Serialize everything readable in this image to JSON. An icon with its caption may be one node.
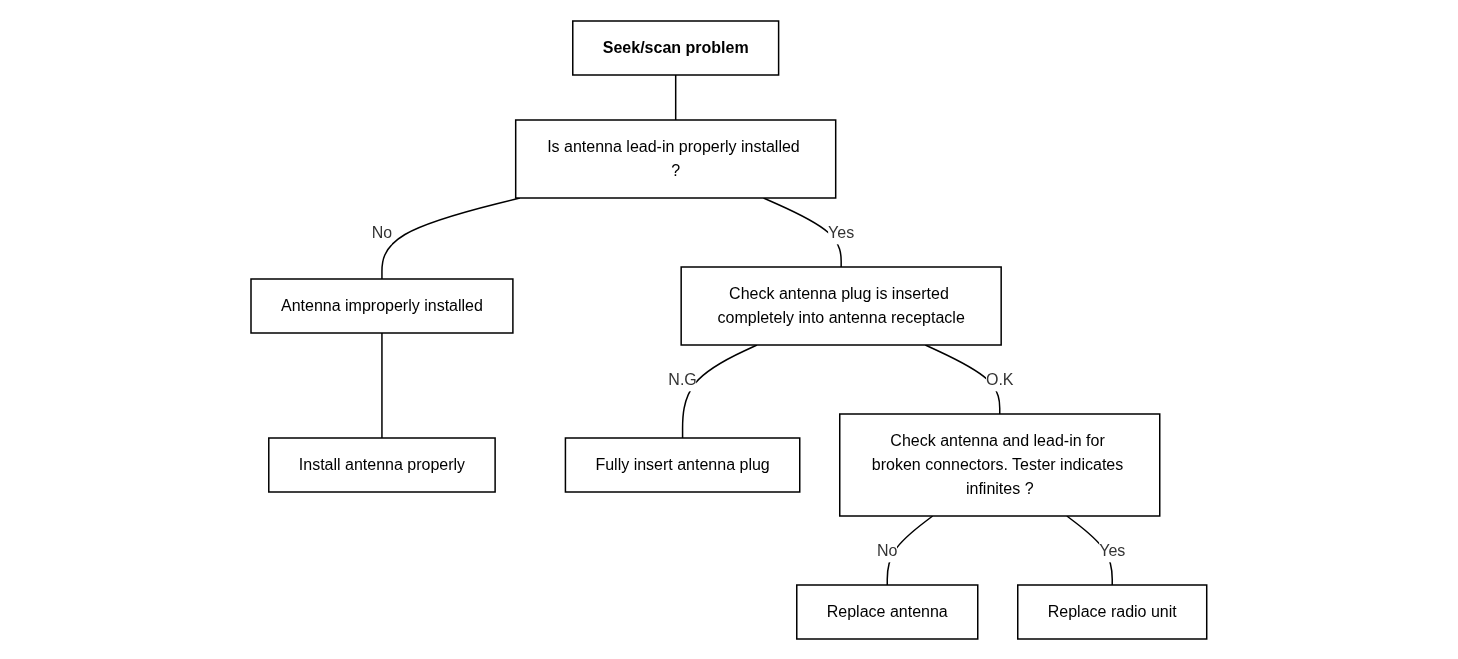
{
  "diagram": {
    "nodes": [
      {
        "text": [
          "Seek/scan problem"
        ]
      },
      {
        "text": [
          "Is antenna lead-in properly installed ?"
        ]
      },
      {
        "text": [
          "Antenna improperly installed"
        ]
      },
      {
        "text": [
          "Install antenna properly"
        ]
      },
      {
        "text": [
          "Check antenna plug is inserted completely into antenna receptacle"
        ]
      },
      {
        "text": [
          "Fully insert antenna plug"
        ]
      },
      {
        "text": [
          "Check antenna and lead-in for broken connectors. Tester indicates infinites ?"
        ]
      },
      {
        "text": [
          "Replace antenna"
        ]
      },
      {
        "text": [
          "Replace radio unit"
        ]
      }
    ],
    "edges": [
      {
        "from": 0,
        "to": 1,
        "arrow": "none"
      },
      {
        "from": 1,
        "to": 2,
        "arrow": "none",
        "label": "No"
      },
      {
        "from": 2,
        "to": 3,
        "arrow": "none"
      },
      {
        "from": 1,
        "to": 4,
        "arrow": "none",
        "label": "Yes"
      },
      {
        "from": 4,
        "to": 5,
        "arrow": "none",
        "label": "N.G"
      },
      {
        "from": 4,
        "to": 6,
        "arrow": "none",
        "label": "O.K"
      },
      {
        "from": 6,
        "to": 7,
        "arrow": "none",
        "label": "No"
      },
      {
        "from": 6,
        "to": 8,
        "arrow": "none",
        "label": "Yes"
      }
    ]
  }
}
